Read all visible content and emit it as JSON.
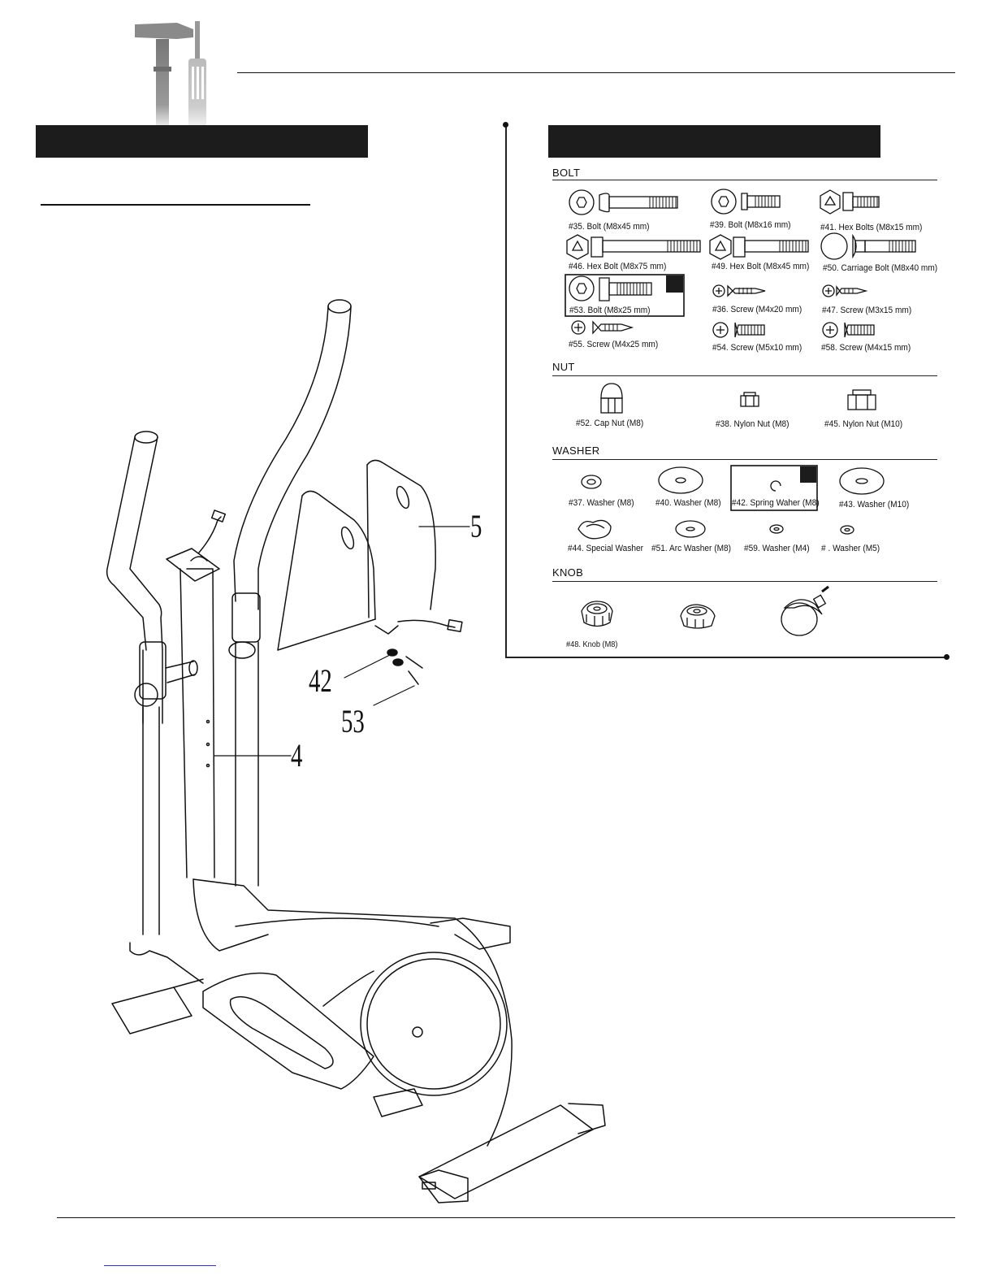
{
  "callouts": {
    "part_5": "5",
    "part_42": "42",
    "part_53": "53",
    "part_4": "4"
  },
  "hardware": {
    "bolt_section": "BOLT",
    "nut_section": "NUT",
    "washer_section": "WASHER",
    "knob_section": "KNOB",
    "bolts": [
      "#35.  Bolt (M8x45 mm)",
      "#39.  Bolt (M8x16 mm)",
      "#41.  Hex Bolts (M8x15 mm)",
      "#46.  Hex Bolt (M8x75 mm)",
      "#49. Hex Bolt (M8x45 mm)",
      "#50. Carriage Bolt  (M8x40 mm)",
      "#53. Bolt (M8x25 mm)",
      "#36.  Screw (M4x20 mm)",
      "#47. Screw (M3x15 mm)",
      "#55. Screw (M4x25 mm)",
      "#54. Screw (M5x10 mm)",
      "#58. Screw (M4x15 mm)"
    ],
    "nuts": [
      "#52. Cap Nut (M8)",
      "#38. Nylon Nut (M8)",
      "#45. Nylon Nut (M10)"
    ],
    "washers": [
      "#37. Washer (M8)",
      "#40. Washer (M8)",
      "#42. Spring Waher (M8)",
      "#43. Washer (M10)",
      "#44. Special Washer",
      "#51. Arc Washer (M8)",
      "#59. Washer (M4)",
      "#    . Washer (M5)"
    ],
    "knobs": [
      "#48. Knob (M8)"
    ]
  },
  "icons": [
    "hammer-icon",
    "screwdriver-icon"
  ]
}
